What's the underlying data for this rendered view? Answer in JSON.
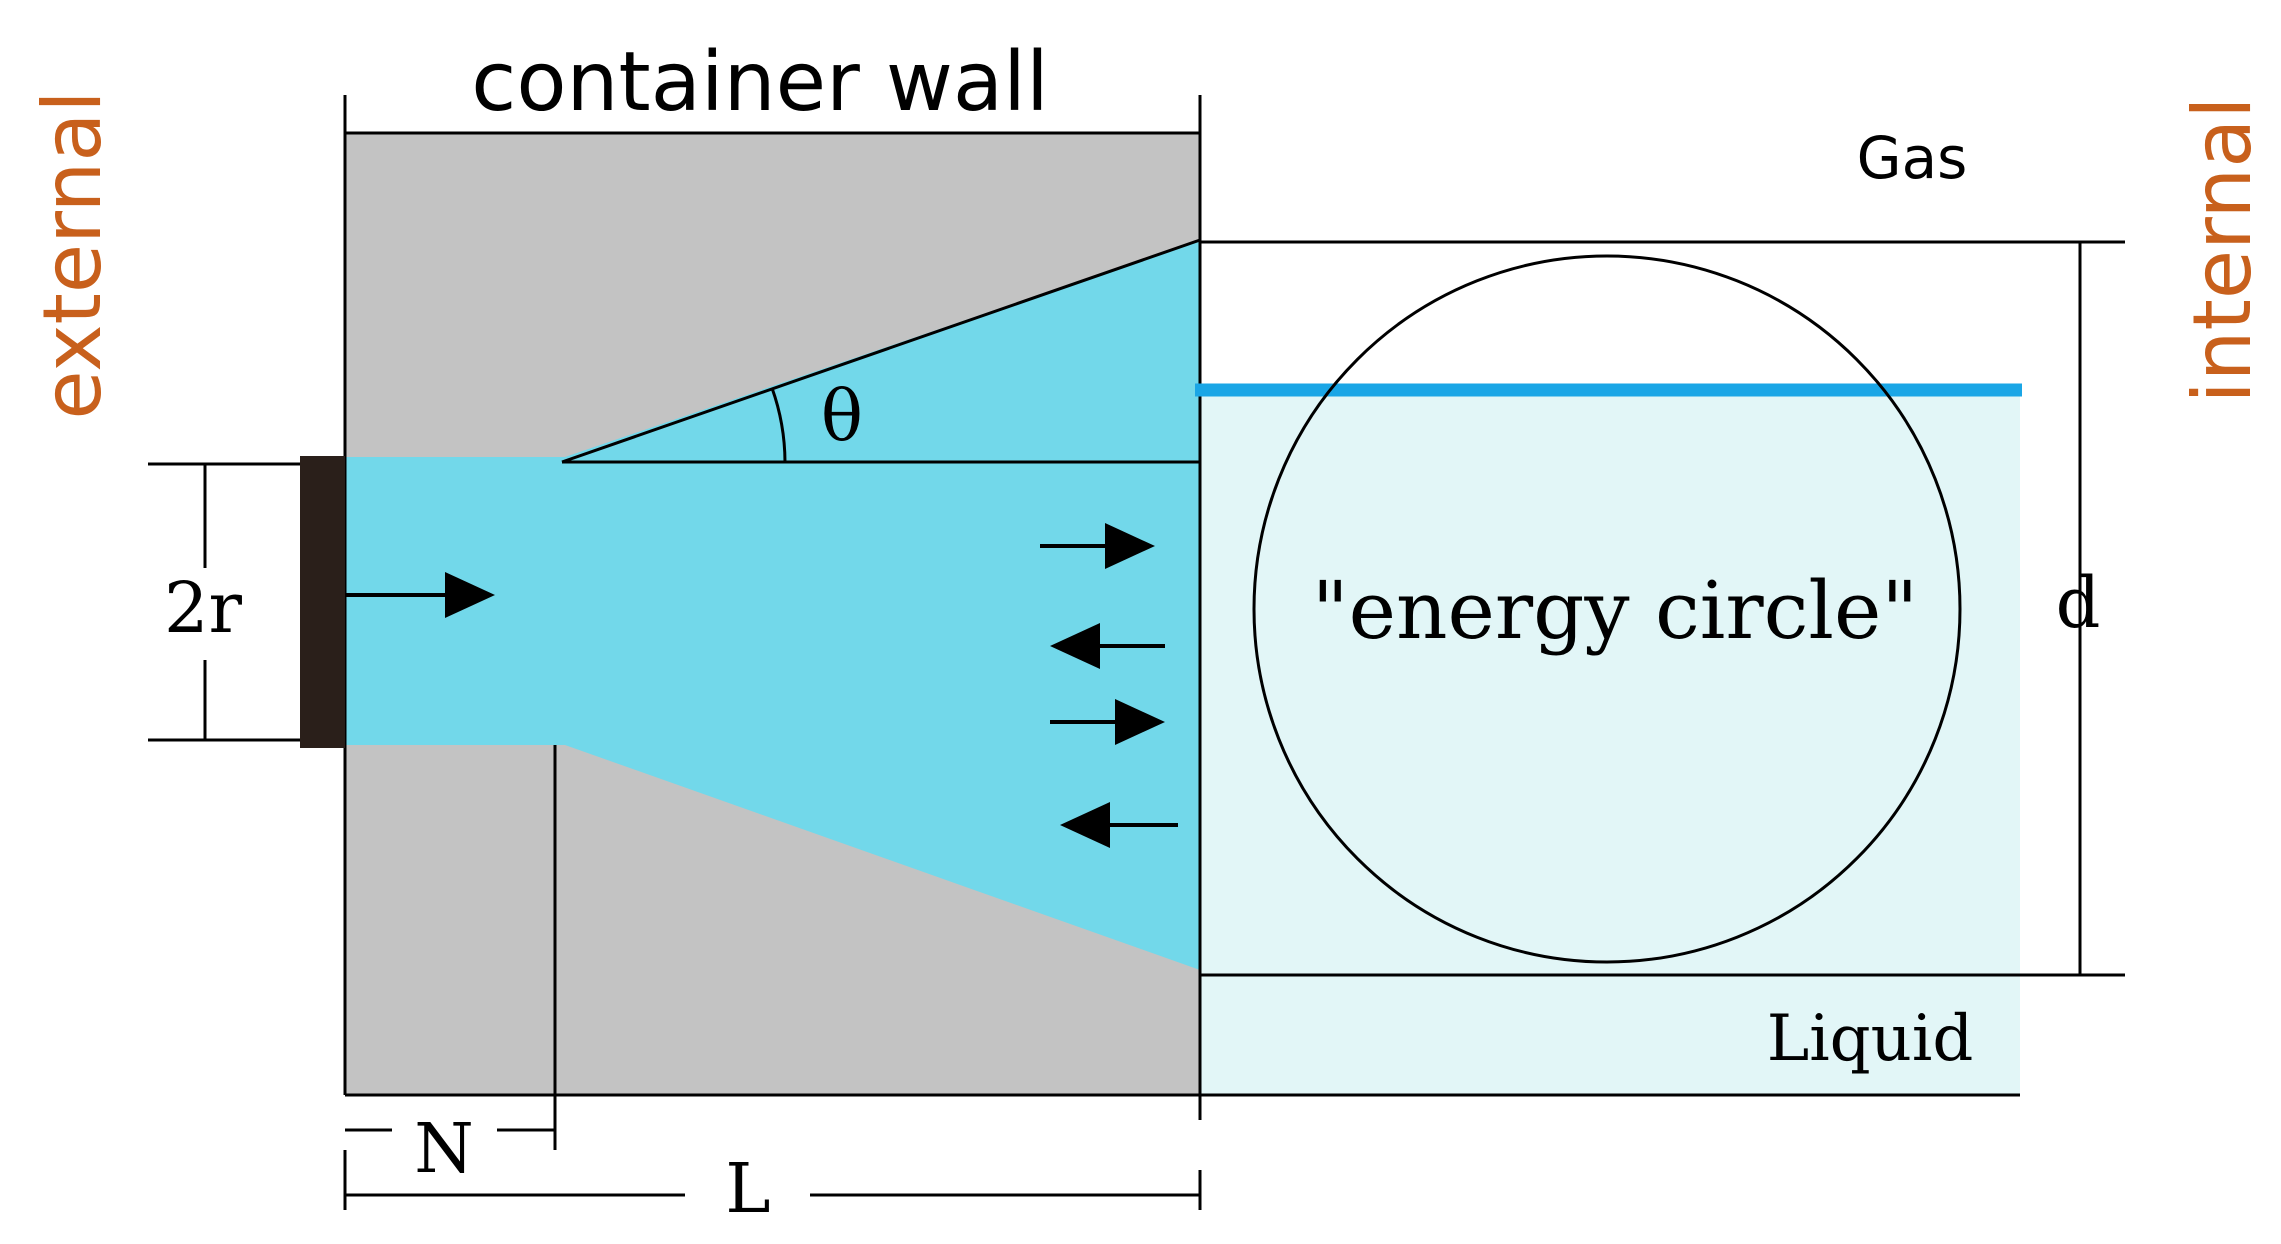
{
  "labels": {
    "container_wall": "container wall",
    "external": "external",
    "internal": "internal",
    "gas": "Gas",
    "liquid": "Liquid",
    "energy_circle": "\"energy circle\"",
    "theta": "θ",
    "two_r": "2r",
    "d": "d",
    "n": "N",
    "l": "L"
  },
  "colors": {
    "wall": "#c3c3c3",
    "cone": "#72d8ea",
    "liquid": "#e2f6f7",
    "surface": "#1aa6e6",
    "side_label": "#c8601c",
    "line": "#000000",
    "orifice": "#2a1f1a"
  }
}
